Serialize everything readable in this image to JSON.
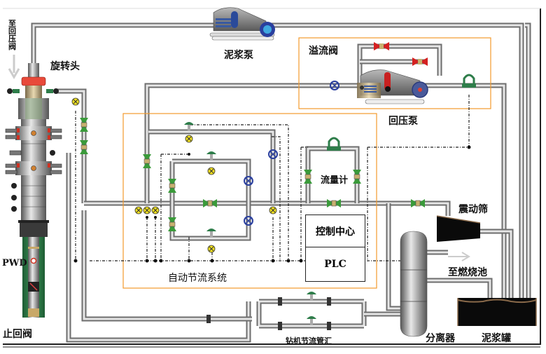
{
  "diagram": {
    "title": "控压钻井系统流程示意图",
    "labels": {
      "to_backpressure_valve": "至回压阀",
      "rotating_head": "旋转头",
      "mud_pump": "泥浆泵",
      "relief_valve": "溢流阀",
      "backpressure_pump": "回压泵",
      "flowmeter": "流量计",
      "control_center": "控制中心",
      "plc": "PLC",
      "auto_choke_system": "自动节流系统",
      "shale_shaker": "震动筛",
      "to_flare_pit": "至燃烧池",
      "separator": "分离器",
      "mud_tank": "泥浆罐",
      "rig_choke_manifold": "钻机节流管汇",
      "pwd": "PWD",
      "check_valve": "止回阀"
    },
    "colors": {
      "pipe": "#a8a8a8",
      "pipe_dark": "#6e6e6e",
      "valve_green": "#3a9a3a",
      "valve_blue": "#2a3f9e",
      "valve_red": "#d42020",
      "sensor_yellow": "#f0e020",
      "system_box": "#f39a2c",
      "tank_fill": "#0a0a0a",
      "casing_green": "#2e7d4a"
    }
  }
}
